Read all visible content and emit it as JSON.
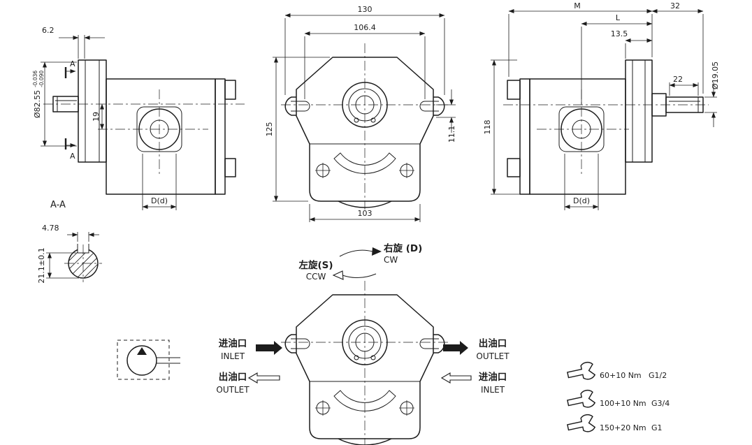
{
  "drawing": {
    "line_color": "#1c1c1c",
    "bg_color": "#ffffff",
    "side_left": {
      "dim_flange_thickness": "6.2",
      "pilot_dia": "Ø82.55",
      "pilot_tol_upper": "-0.036",
      "pilot_tol_lower": "-0.090",
      "dim_axis_offset": "19",
      "section_mark_top": "A",
      "section_mark_bottom": "A",
      "dim_port_thread": "D(d)"
    },
    "front_top": {
      "dim_overall_width": "130",
      "dim_slot_centers": "106.4",
      "dim_overall_height": "125",
      "dim_key_offset": "11.1",
      "dim_body_width": "103"
    },
    "side_right": {
      "dim_overall_length": "M",
      "dim_shaft_length": "32",
      "dim_l": "L",
      "dim_flange_face": "13.5",
      "dim_key_length": "22",
      "shaft_dia": "Ø19.05",
      "dim_overall_height": "118",
      "dim_port_thread": "D(d)"
    },
    "section_aa": {
      "title": "A-A",
      "dim_key_width": "4.78",
      "dim_key_height": "21.1±0.1"
    },
    "rotation": {
      "cw_cn": "右旋 (D)",
      "cw_en": "CW",
      "ccw_cn": "左旋(S)",
      "ccw_en": "CCW"
    },
    "ports": {
      "left_in_cn": "进油口",
      "left_in_en": "INLET",
      "left_out_cn": "出油口",
      "left_out_en": "OUTLET",
      "right_out_cn": "出油口",
      "right_out_en": "OUTLET",
      "right_in_cn": "进油口",
      "right_in_en": "INLET"
    },
    "torque_specs": [
      {
        "torque": "60+10 Nm",
        "thread": "G1/2"
      },
      {
        "torque": "100+10 Nm",
        "thread": "G3/4"
      },
      {
        "torque": "150+20 Nm",
        "thread": "G1"
      }
    ]
  }
}
